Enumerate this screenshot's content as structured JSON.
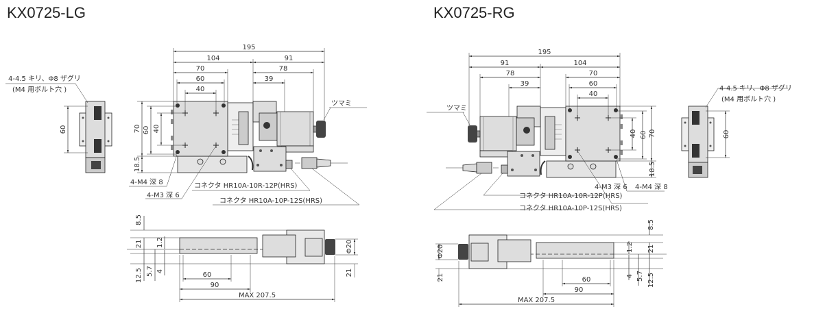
{
  "left": {
    "title": "KX0725-LG"
  },
  "right": {
    "title": "KX0725-RG"
  },
  "dims": {
    "d195": "195",
    "d104": "104",
    "d91": "91",
    "d70": "70",
    "d78": "78",
    "d60": "60",
    "d39": "39",
    "d40": "40",
    "d18_5": "18.5",
    "d8_5": "8.5",
    "d21": "21",
    "d12_5": "12.5",
    "d5_7": "5.7",
    "d4": "4",
    "d1_2": "1.2",
    "d90": "90",
    "max": "MAX 207.5",
    "phi20": "Φ20"
  },
  "notes": {
    "mount_hole": "4-4.5 キリ、Φ8 ザグリ",
    "mount_hole_sub": "(M4 用ボルト穴 )",
    "knob": "ツマミ",
    "m4": "4-M4 深 8",
    "m3": "4-M3 深 6",
    "connector_r": "コネクタ HR10A-10R-12P(HRS)",
    "connector_p": "コネクタ HR10A-10P-12S(HRS)"
  }
}
